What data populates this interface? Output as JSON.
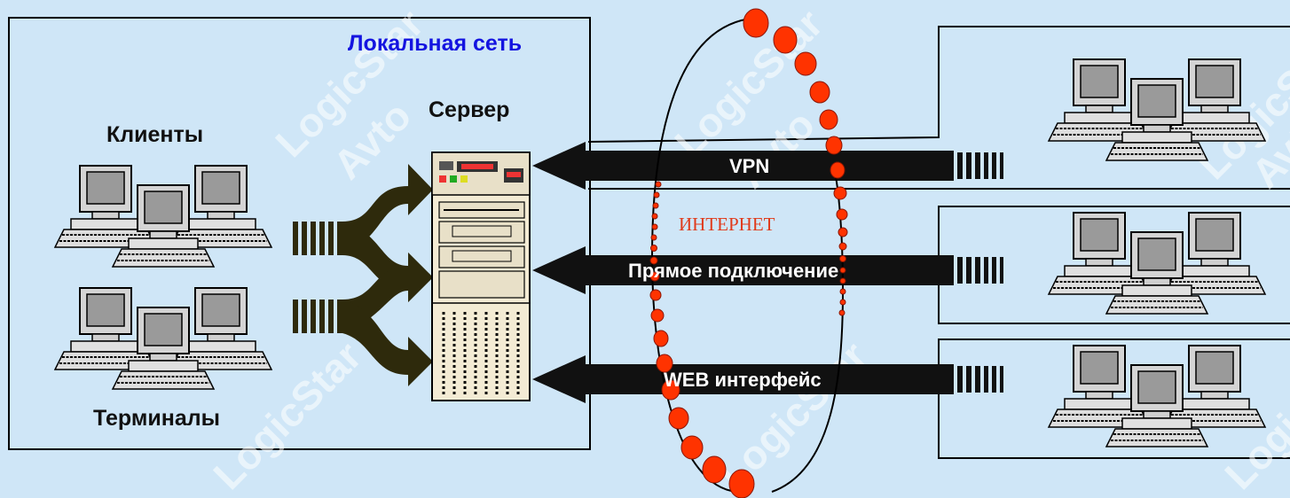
{
  "local_network": {
    "title": "Локальная сеть",
    "clients_label": "Клиенты",
    "terminals_label": "Терминалы",
    "server_label": "Сервер"
  },
  "internet": {
    "label": "ИНТЕРНЕТ"
  },
  "connections": [
    {
      "label": "VPN"
    },
    {
      "label": "Прямое подключение"
    },
    {
      "label": "WEB интерфейс"
    }
  ],
  "watermark": {
    "line1": "LogicStar",
    "line2": "Avto"
  },
  "colors": {
    "background": "#cfe6f7",
    "lan_title": "#1414e0",
    "internet_label": "#e03a1a",
    "internet_ring": "#ff3300",
    "arrow": "#111111",
    "connector": "#2e2a0c"
  }
}
